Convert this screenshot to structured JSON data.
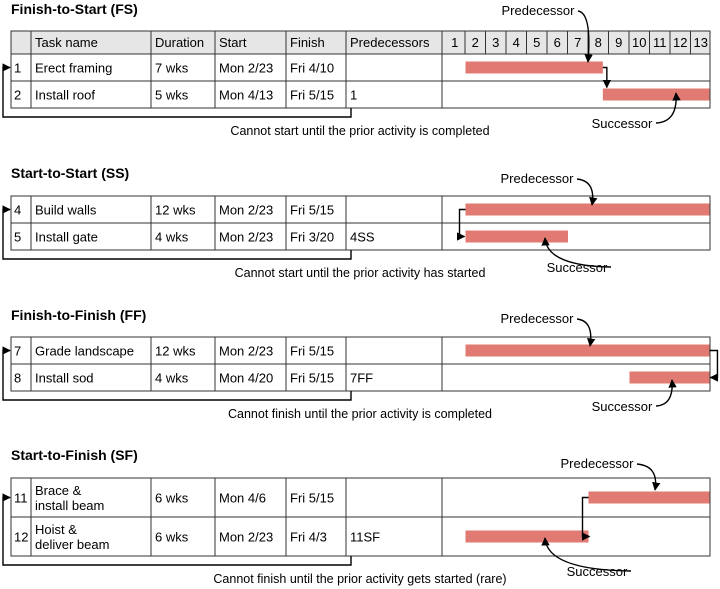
{
  "timeline_columns": [
    "1",
    "2",
    "3",
    "4",
    "5",
    "6",
    "7",
    "8",
    "9",
    "10",
    "11",
    "12",
    "13"
  ],
  "table_headers": [
    "Task name",
    "Duration",
    "Start",
    "Finish",
    "Predecessors"
  ],
  "colors": {
    "bar": "#e07a72",
    "grid": "#333333",
    "header_bg": "#e6e6e6",
    "line": "#000000"
  },
  "sections": [
    {
      "title": "Finish-to-Start (FS)",
      "rows": [
        {
          "id": "1",
          "task": [
            "Erect framing"
          ],
          "duration": "7 wks",
          "start": "Mon 2/23",
          "finish": "Fri 4/10",
          "pred": "",
          "bar_start": 2,
          "bar_end": 8.7
        },
        {
          "id": "2",
          "task": [
            "Install roof"
          ],
          "duration": "5 wks",
          "start": "Mon 4/13",
          "finish": "Fri 5/15",
          "pred": "1",
          "bar_start": 8.7,
          "bar_end": 13.9
        }
      ],
      "pred_label": "Predecessor",
      "succ_label": "Successor",
      "note": "Cannot start until the prior activity is completed"
    },
    {
      "title": "Start-to-Start (SS)",
      "rows": [
        {
          "id": "4",
          "task": [
            "Build walls"
          ],
          "duration": "12 wks",
          "start": "Mon 2/23",
          "finish": "Fri 5/15",
          "pred": "",
          "bar_start": 2,
          "bar_end": 13.9
        },
        {
          "id": "5",
          "task": [
            "Install gate"
          ],
          "duration": "4 wks",
          "start": "Mon 2/23",
          "finish": "Fri 3/20",
          "pred": "4SS",
          "bar_start": 2,
          "bar_end": 7
        }
      ],
      "pred_label": "Predecessor",
      "succ_label": "Successor",
      "note": "Cannot start until the prior activity has started"
    },
    {
      "title": "Finish-to-Finish (FF)",
      "rows": [
        {
          "id": "7",
          "task": [
            "Grade landscape"
          ],
          "duration": "12 wks",
          "start": "Mon 2/23",
          "finish": "Fri 5/15",
          "pred": "",
          "bar_start": 2,
          "bar_end": 13.9
        },
        {
          "id": "8",
          "task": [
            "Install sod"
          ],
          "duration": "4 wks",
          "start": "Mon 4/20",
          "finish": "Fri 5/15",
          "pred": "7FF",
          "bar_start": 10,
          "bar_end": 13.9
        }
      ],
      "pred_label": "Predecessor",
      "succ_label": "Successor",
      "note": "Cannot finish until the prior activity is completed"
    },
    {
      "title": "Start-to-Finish (SF)",
      "rows": [
        {
          "id": "11",
          "task": [
            "Brace &",
            "install beam"
          ],
          "duration": "6 wks",
          "start": "Mon 4/6",
          "finish": "Fri 5/15",
          "pred": "",
          "bar_start": 8,
          "bar_end": 13.9
        },
        {
          "id": "12",
          "task": [
            "Hoist &",
            "deliver beam"
          ],
          "duration": "6 wks",
          "start": "Mon 2/23",
          "finish": "Fri 4/3",
          "pred": "11SF",
          "bar_start": 2,
          "bar_end": 8
        }
      ],
      "pred_label": "Predecessor",
      "succ_label": "Successor",
      "note": "Cannot finish until the prior activity gets started (rare)"
    }
  ]
}
